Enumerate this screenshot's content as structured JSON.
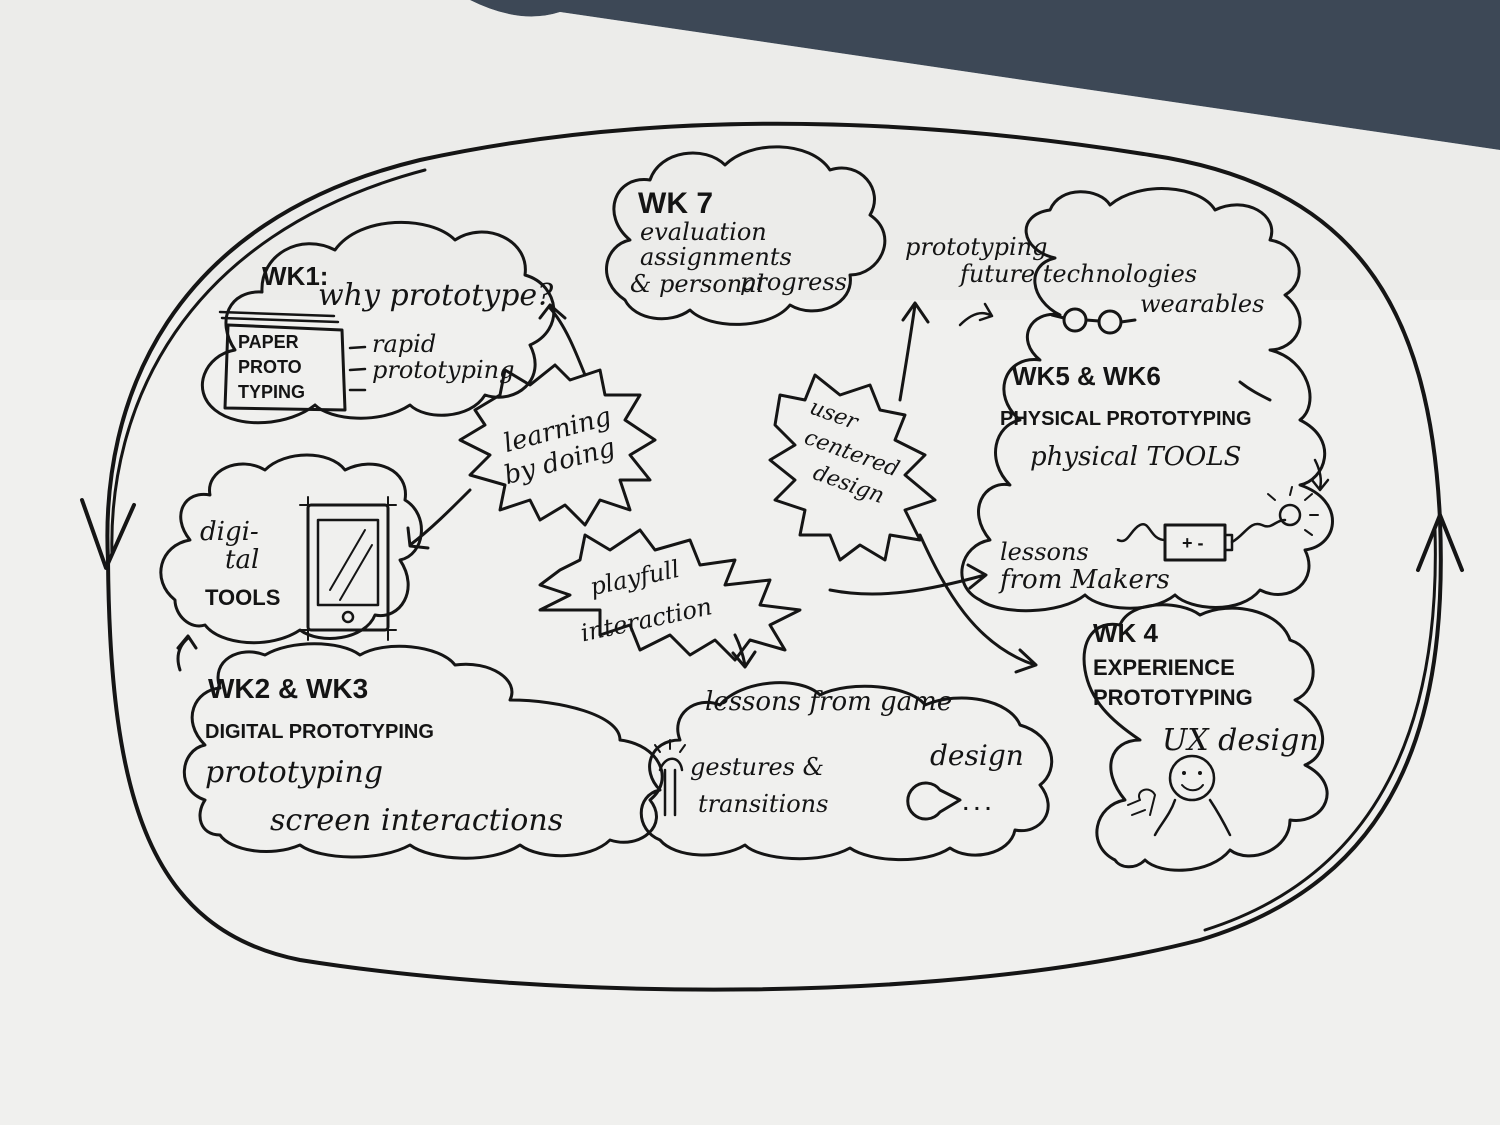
{
  "wk1": {
    "title": "WK1:",
    "question": "why prototype?",
    "paper_lines": [
      "PAPER",
      "PROTO",
      "TYPING"
    ],
    "bullets": [
      "rapid",
      "prototyping"
    ]
  },
  "wk7": {
    "title": "WK 7",
    "lines": [
      "evaluation",
      "assignments",
      "& personal",
      "progress"
    ]
  },
  "future": {
    "line1": "prototyping",
    "line2": "future technologies",
    "wearables": "wearables"
  },
  "wk56": {
    "title": "WK5 & WK6",
    "subtitle": "PHYSICAL PROTOTYPING",
    "tools": "physical TOOLS",
    "battery": "+ -",
    "makers1": "lessons",
    "makers2": "from Makers"
  },
  "wk4": {
    "title": "WK 4",
    "line1": "EXPERIENCE",
    "line2": "PROTOTYPING",
    "ux": "UX design"
  },
  "digital": {
    "line1": "digi-",
    "line2": "tal",
    "line3": "TOOLS"
  },
  "wk23": {
    "title": "WK2 & WK3",
    "subtitle": "DIGITAL PROTOTYPING",
    "line1": "prototyping",
    "line2": "screen interactions"
  },
  "game": {
    "title": "lessons from game",
    "design": "design",
    "gestures1": "gestures &",
    "gestures2": "transitions",
    "dots": ". . ."
  },
  "burst_learning": {
    "line1": "learning",
    "line2": "by doing"
  },
  "burst_user": {
    "line1": "user",
    "line2": "centered",
    "line3": "design"
  },
  "burst_playful": {
    "line1": "playfull",
    "line2": "interaction"
  },
  "colors": {
    "paper": "#f1f1ef",
    "ink": "#141414",
    "background": "#3b4652"
  }
}
